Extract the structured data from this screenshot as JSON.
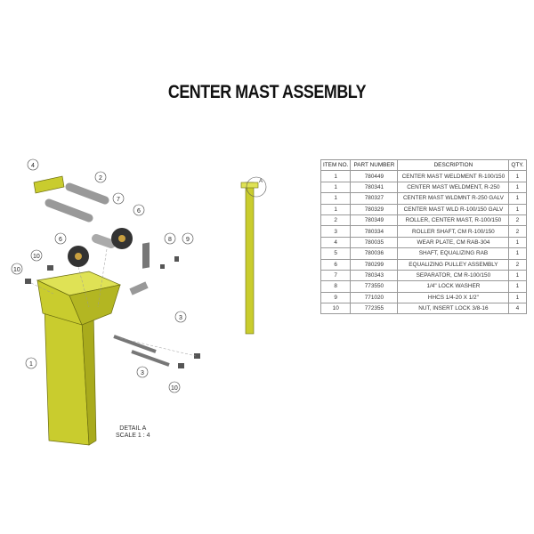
{
  "title": "CENTER MAST ASSEMBLY",
  "detail": {
    "name": "DETAIL A",
    "scale": "SCALE 1 : 4",
    "marker": "A"
  },
  "colors": {
    "part": "#c9cc2e",
    "shaft": "#8a8a8a",
    "roller": "#333333"
  },
  "callouts": [
    "1",
    "2",
    "3",
    "3",
    "4",
    "6",
    "6",
    "7",
    "8",
    "9",
    "10",
    "10",
    "10"
  ],
  "bom": {
    "headers": [
      "ITEM NO.",
      "PART NUMBER",
      "DESCRIPTION",
      "QTY."
    ],
    "rows": [
      {
        "item": "1",
        "part": "780449",
        "desc": "CENTER MAST WELDMENT R-100/150",
        "qty": "1"
      },
      {
        "item": "1",
        "part": "780341",
        "desc": "CENTER MAST WELDMENT, R-250",
        "qty": "1"
      },
      {
        "item": "1",
        "part": "780327",
        "desc": "CENTER MAST WLDMNT R-250 GALV",
        "qty": "1"
      },
      {
        "item": "1",
        "part": "780329",
        "desc": "CENTER MAST WLD R-100/150 GALV",
        "qty": "1"
      },
      {
        "item": "2",
        "part": "780349",
        "desc": "ROLLER, CENTER MAST, R-100/150",
        "qty": "2"
      },
      {
        "item": "3",
        "part": "780334",
        "desc": "ROLLER SHAFT, CM R-100/150",
        "qty": "2"
      },
      {
        "item": "4",
        "part": "780035",
        "desc": "WEAR PLATE, CM RAB-304",
        "qty": "1"
      },
      {
        "item": "5",
        "part": "780036",
        "desc": "SHAFT, EQUALIZING RAB",
        "qty": "1"
      },
      {
        "item": "6",
        "part": "780299",
        "desc": "EQUALIZING PULLEY ASSEMBLY",
        "qty": "2"
      },
      {
        "item": "7",
        "part": "780343",
        "desc": "SEPARATOR, CM R-100/150",
        "qty": "1"
      },
      {
        "item": "8",
        "part": "773550",
        "desc": "1/4\" LOCK WASHER",
        "qty": "1"
      },
      {
        "item": "9",
        "part": "771020",
        "desc": "HHCS 1/4-20 X 1/2\"",
        "qty": "1"
      },
      {
        "item": "10",
        "part": "772355",
        "desc": "NUT, INSERT LOCK 3/8-16",
        "qty": "4"
      }
    ]
  }
}
